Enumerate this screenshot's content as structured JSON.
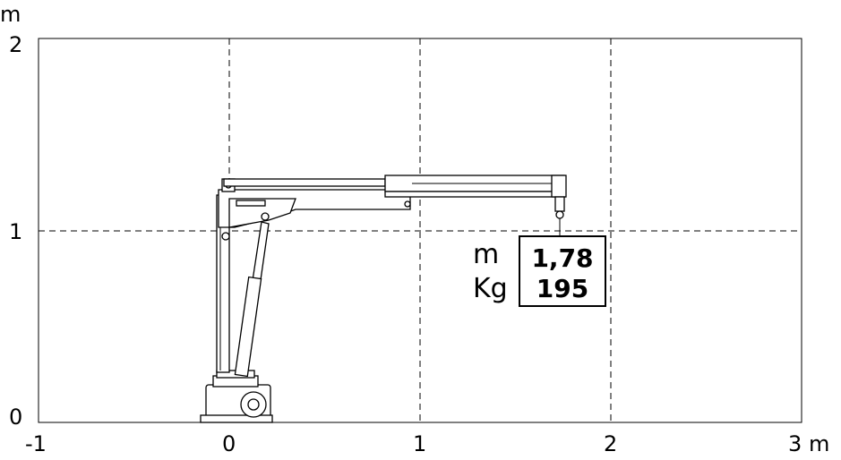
{
  "axes": {
    "x_unit": "m",
    "y_unit": "m",
    "x_ticks": [
      "-1",
      "0",
      "1",
      "2",
      "3"
    ],
    "y_ticks": [
      "0",
      "1",
      "2"
    ]
  },
  "callout": {
    "reach_unit": "m",
    "load_unit": "Kg",
    "reach_value": "1,78",
    "load_value": "195"
  }
}
